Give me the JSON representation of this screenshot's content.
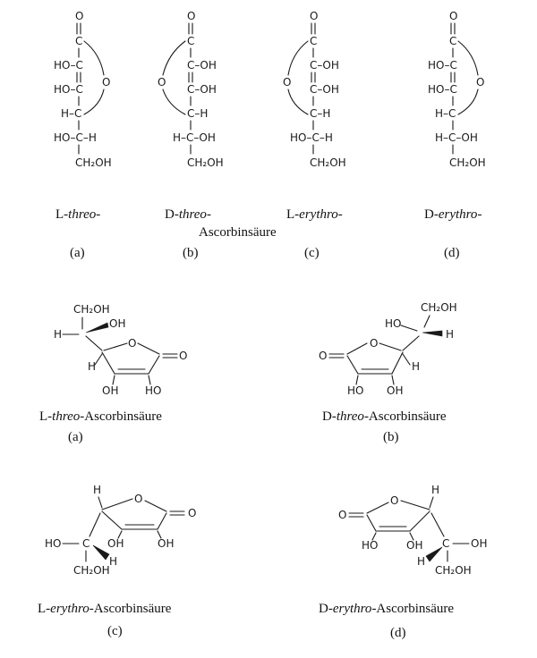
{
  "fischer": {
    "a": {
      "rows": [
        "O",
        "C",
        "HO–C",
        "HO–C",
        "H–C",
        "HO–C–H",
        "CH₂OH"
      ],
      "ring_O": "O",
      "prefix": "L-",
      "stereo": "threo",
      "suffix": "-",
      "letter": "(a)"
    },
    "b": {
      "rows": [
        "O",
        "C",
        "C–OH",
        "C–OH",
        "C–H",
        "H–C–OH",
        "CH₂OH"
      ],
      "ring_O": "O",
      "prefix": "D-",
      "stereo": "threo",
      "suffix": "-",
      "letter": "(b)"
    },
    "c": {
      "rows": [
        "O",
        "C",
        "C–OH",
        "C–OH",
        "C–H",
        "HO–C–H",
        "CH₂OH"
      ],
      "ring_O": "O",
      "prefix": "L-",
      "stereo": "erythro",
      "suffix": "-",
      "letter": "(c)"
    },
    "d": {
      "rows": [
        "O",
        "C",
        "HO–C",
        "HO–C",
        "H–C",
        "H–C–OH",
        "CH₂OH"
      ],
      "ring_O": "O",
      "prefix": "D-",
      "stereo": "erythro",
      "suffix": "-",
      "letter": "(d)"
    },
    "shared_caption": "Ascorbinsäure"
  },
  "haworth": {
    "a": {
      "atoms": {
        "ch2oh": "CH₂OH",
        "oh_top": "OH",
        "h_left": "H",
        "ring_o": "O",
        "carbonyl_o": "O",
        "h_c4": "H",
        "oh_c3": "OH",
        "oh_c2": "HO"
      },
      "prefix": "L-",
      "stereo": "threo",
      "name": "-Ascorbinsäure",
      "letter": "(a)"
    },
    "b": {
      "atoms": {
        "ch2oh": "CH₂OH",
        "oh_top": "HO",
        "h_right": "H",
        "ring_o": "O",
        "carbonyl_o": "O",
        "h_c4": "H",
        "oh_c3": "OH",
        "oh_c2": "HO"
      },
      "prefix": "D-",
      "stereo": "threo",
      "name": "-Ascorbinsäure",
      "letter": "(b)"
    },
    "c": {
      "atoms": {
        "h_top": "H",
        "ring_o": "O",
        "carbonyl_o": "O",
        "oh_c3": "OH",
        "oh_c2": "OH",
        "oh_left": "HO",
        "h_wedge": "H",
        "ch2oh": "CH₂OH"
      },
      "prefix": "L-",
      "stereo": "erythro",
      "name": "-Ascorbinsäure",
      "letter": "(c)"
    },
    "d": {
      "atoms": {
        "h_top": "H",
        "ring_o": "O",
        "carbonyl_o": "O",
        "oh_c2": "HO",
        "oh_c3": "OH",
        "oh_right": "OH",
        "h_wedge": "H",
        "ch2oh": "CH₂OH"
      },
      "prefix": "D-",
      "stereo": "erythro",
      "name": "-Ascorbinsäure",
      "letter": "(d)"
    }
  }
}
